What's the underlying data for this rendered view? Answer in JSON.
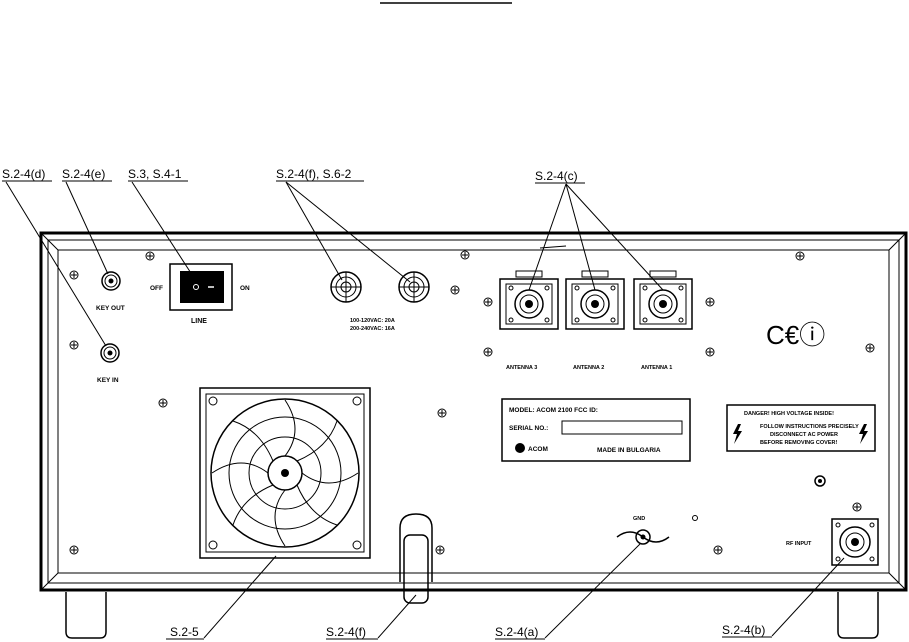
{
  "callouts": {
    "s24d": "S.2-4(d)",
    "s24e": "S.2-4(e)",
    "s3": "S.3, S.4-1",
    "s24f_top": "S.2-4(f), S.6-2",
    "s24c": "S.2-4(c)",
    "s25": "S.2-5",
    "s24f_bottom": "S.2-4(f)",
    "s24a": "S.2-4(a)",
    "s24b": "S.2-4(b)"
  },
  "panel": {
    "key_out": "KEY OUT",
    "key_in": "KEY IN",
    "switch_off": "OFF",
    "switch_on": "ON",
    "switch_name": "LINE",
    "fuse_line1": "100-120VAC: 20A",
    "fuse_line2": "200-240VAC: 16A",
    "antenna_3": "ANTENNA 3",
    "antenna_2": "ANTENNA 2",
    "antenna_1": "ANTENNA 1",
    "ce_mark": "C€ⓘ",
    "model": "MODEL: ACOM 2100   FCC ID:",
    "serial": "SERIAL NO.:",
    "brand": "ACOM",
    "made_in": "MADE IN BULGARIA",
    "danger_title": "DANGER!  HIGH VOLTAGE INSIDE!",
    "danger_line1": "FOLLOW INSTRUCTIONS PRECISELY",
    "danger_line2": "DISCONNECT AC POWER",
    "danger_line3": "BEFORE REMOVING COVER!",
    "gnd": "GND",
    "rf_input": "RF INPUT"
  }
}
